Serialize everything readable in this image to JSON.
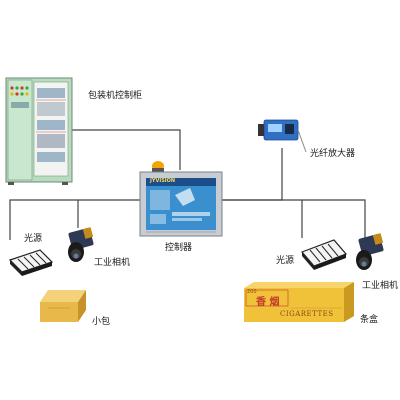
{
  "labels": {
    "cabinet": "包装机控制柜",
    "amplifier": "光纤放大器",
    "controller": "控制器",
    "light_left": "光源",
    "camera_left": "工业相机",
    "small_pack": "小包",
    "light_right": "光源",
    "camera_right": "工业相机",
    "carton": "条盒"
  },
  "screen_banner": "JYVISION",
  "carton_text": {
    "brand_cn": "香 烟",
    "brand_en": "CIGARETTES",
    "count": "200"
  },
  "colors": {
    "line": "#444444",
    "cabinet_green": "#b8dcc0",
    "screen_blue": "#3a8fcf",
    "carton_yellow": "#f0c23a",
    "pack_yellow": "#e8b84a",
    "camera_body": "#2e3a55",
    "amplifier_blue": "#2f6fc4"
  }
}
